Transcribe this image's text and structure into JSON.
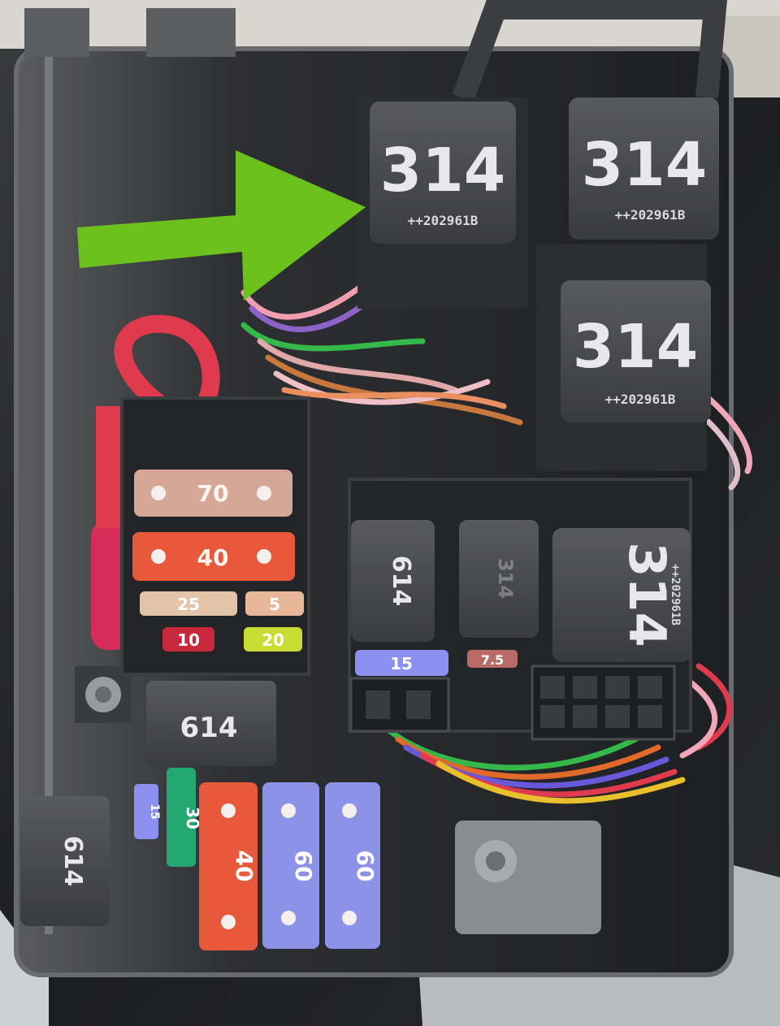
{
  "colors": {
    "arrow": "#6cc21c",
    "relay_body": "#45464a",
    "fuse_70": "#d6a796",
    "fuse_40": "#e8583a",
    "fuse_25": "#e4c4a8",
    "fuse_5": "#e8b79a",
    "fuse_10": "#c8283c",
    "fuse_20": "#c8dc34",
    "fuse_15": "#8a8ff0",
    "fuse_7_5": "#b86a66",
    "fuse_30": "#22a870",
    "fuse_60": "#8c92e8",
    "wire_red": "#e03a4e"
  },
  "relays": [
    {
      "number": "314",
      "code": "++202961B"
    },
    {
      "number": "314",
      "code": "++202961B"
    },
    {
      "number": "314",
      "code": "++202961B"
    },
    {
      "number": "314",
      "code": "++202961B"
    },
    {
      "number": "614"
    },
    {
      "number": "314"
    },
    {
      "number": "614"
    },
    {
      "number": "614"
    }
  ],
  "fuses": [
    {
      "rating": "70"
    },
    {
      "rating": "40"
    },
    {
      "rating": "25"
    },
    {
      "rating": "5"
    },
    {
      "rating": "10"
    },
    {
      "rating": "20"
    },
    {
      "rating": "15"
    },
    {
      "rating": "7.5"
    },
    {
      "rating": "15"
    },
    {
      "rating": "30"
    },
    {
      "rating": "40"
    },
    {
      "rating": "60"
    },
    {
      "rating": "60"
    }
  ]
}
